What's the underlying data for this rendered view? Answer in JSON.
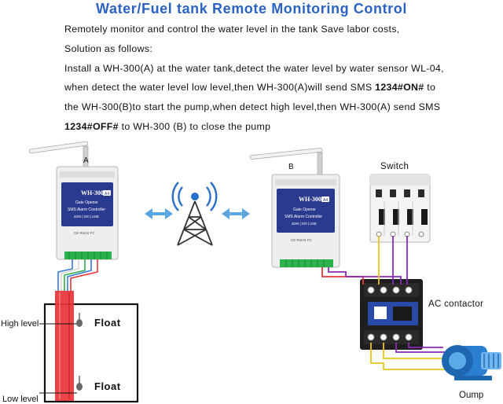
{
  "title": "Water/Fuel tank Remote Monitoring Control",
  "description": {
    "line1": "Remotely monitor and control the water level in the tank Save labor costs,",
    "line2": "Solution as follows:",
    "line3": "Install a WH-300(A) at the water tank,detect the water level by water sensor WL-04,",
    "line4_a": "when detect the water level low level,then WH-300(A)will send SMS ",
    "line4_b": "1234#ON#",
    "line4_c": " to",
    "line5": "the WH-300(B)to start the pump,when detect high level,then WH-300(A) send SMS",
    "line6_a": "1234#OFF#",
    "line6_b": " to WH-300 (B) to close the pump"
  },
  "devices": {
    "a_label": "A",
    "b_label": "B",
    "model": "WH-300",
    "model_badge": "A4",
    "sub1": "Gate Opener",
    "sub2": "SMS Alarm Controller",
    "sub3": "2DIN | IO0 | USB",
    "cert": "CE RoHS FC"
  },
  "labels": {
    "switch": "Switch",
    "ac_contactor": "AC contactor",
    "pump": "Oump",
    "high_level": "High level",
    "low_level": "Low level",
    "float_top": "Float",
    "float_bottom": "Float"
  },
  "colors": {
    "title": "#2b63c4",
    "device_panel": "#2a3a8e",
    "pipe_red": "#e8343a",
    "wire_purple": "#8a2ab8",
    "wire_yellow": "#e8c51a",
    "contactor_blue": "#2a4aa8",
    "pump_blue": "#2a7fd0"
  }
}
